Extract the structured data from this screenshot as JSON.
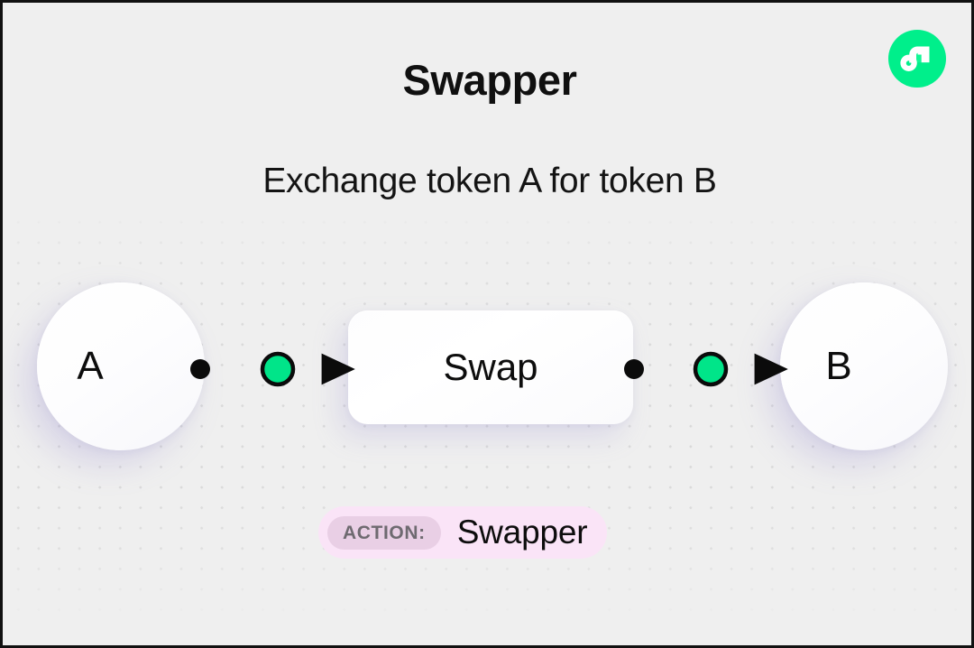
{
  "header": {
    "title": "Swapper",
    "subtitle": "Exchange token A for token B",
    "logo_name": "flow-logo",
    "logo_color": "#00ef8b",
    "logo_mark_color": "#ffffff"
  },
  "diagram": {
    "type": "flow-diagram",
    "nodes": [
      {
        "id": "a",
        "label": "A",
        "shape": "circle"
      },
      {
        "id": "swap",
        "label": "Swap",
        "shape": "rounded-rect"
      },
      {
        "id": "b",
        "label": "B",
        "shape": "circle"
      }
    ],
    "edges": [
      {
        "from": "a",
        "to": "swap",
        "marker": "arrow",
        "handle_color": "#000000",
        "accent_color": "#00e589"
      },
      {
        "from": "swap",
        "to": "b",
        "marker": "arrow",
        "handle_color": "#000000",
        "accent_color": "#00e589"
      }
    ]
  },
  "action_badge": {
    "key": "ACTION:",
    "value": "Swapper",
    "background": "#fae4f7",
    "key_background": "#e9cfe5",
    "key_color": "#6e6a70"
  },
  "canvas": {
    "background": "#efefef",
    "dot_color": "#d9d9d9"
  }
}
